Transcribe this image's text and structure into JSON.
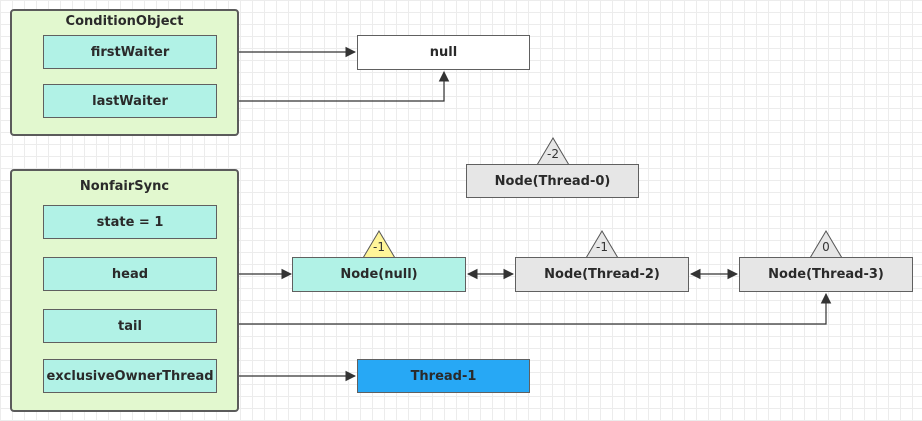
{
  "condition_object": {
    "title": "ConditionObject",
    "first_waiter": "firstWaiter",
    "last_waiter": "lastWaiter"
  },
  "null_box": "null",
  "nonfair_sync": {
    "title": "NonfairSync",
    "state": "state = 1",
    "head": "head",
    "tail": "tail",
    "exclusive_owner_thread": "exclusiveOwnerThread"
  },
  "nodes": {
    "thread0": {
      "label": "Node(Thread-0)",
      "wait_status": "-2"
    },
    "null_node": {
      "label": "Node(null)",
      "wait_status": "-1"
    },
    "thread2": {
      "label": "Node(Thread-2)",
      "wait_status": "-1"
    },
    "thread3": {
      "label": "Node(Thread-3)",
      "wait_status": "0"
    }
  },
  "thread1_box": "Thread-1",
  "colors": {
    "group_fill": "#e2f8cf",
    "field_fill": "#b1f2e6",
    "gray_node_fill": "#e6e6e6",
    "triangle_highlight": "#fff599",
    "thread_fill": "#27a8f5"
  }
}
